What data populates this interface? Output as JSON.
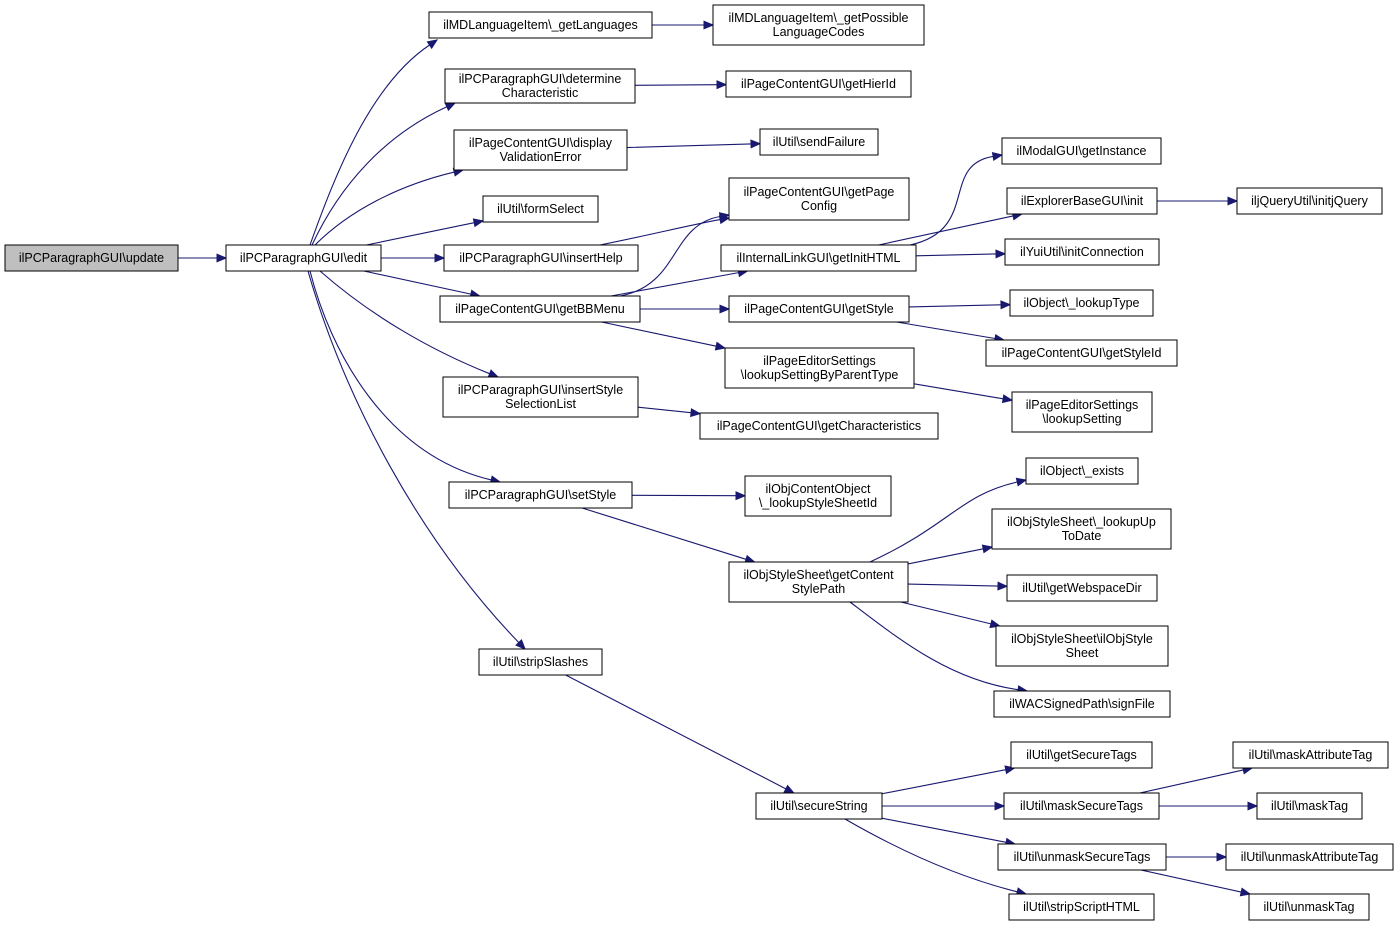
{
  "diagram": {
    "nodes": [
      {
        "id": "update",
        "lines": [
          "ilPCParagraphGUI\\update"
        ],
        "root": true
      },
      {
        "id": "edit",
        "lines": [
          "ilPCParagraphGUI\\edit"
        ]
      },
      {
        "id": "getLanguages",
        "lines": [
          "ilMDLanguageItem\\_getLanguages"
        ]
      },
      {
        "id": "getPossibleLanguageCodes",
        "lines": [
          "ilMDLanguageItem\\_getPossible",
          "LanguageCodes"
        ]
      },
      {
        "id": "determineCharacteristic",
        "lines": [
          "ilPCParagraphGUI\\determine",
          "Characteristic"
        ]
      },
      {
        "id": "getHierId",
        "lines": [
          "ilPageContentGUI\\getHierId"
        ]
      },
      {
        "id": "displayValidationError",
        "lines": [
          "ilPageContentGUI\\display",
          "ValidationError"
        ]
      },
      {
        "id": "sendFailure",
        "lines": [
          "ilUtil\\sendFailure"
        ]
      },
      {
        "id": "formSelect",
        "lines": [
          "ilUtil\\formSelect"
        ]
      },
      {
        "id": "getPageConfig",
        "lines": [
          "ilPageContentGUI\\getPage",
          "Config"
        ]
      },
      {
        "id": "insertHelp",
        "lines": [
          "ilPCParagraphGUI\\insertHelp"
        ]
      },
      {
        "id": "getInitHTML",
        "lines": [
          "ilInternalLinkGUI\\getInitHTML"
        ]
      },
      {
        "id": "getInstance",
        "lines": [
          "ilModalGUI\\getInstance"
        ]
      },
      {
        "id": "explorerInit",
        "lines": [
          "ilExplorerBaseGUI\\init"
        ]
      },
      {
        "id": "initjQuery",
        "lines": [
          "iljQueryUtil\\initjQuery"
        ]
      },
      {
        "id": "initConnection",
        "lines": [
          "ilYuiUtil\\initConnection"
        ]
      },
      {
        "id": "getBBMenu",
        "lines": [
          "ilPageContentGUI\\getBBMenu"
        ]
      },
      {
        "id": "getStyle",
        "lines": [
          "ilPageContentGUI\\getStyle"
        ]
      },
      {
        "id": "lookupType",
        "lines": [
          "ilObject\\_lookupType"
        ]
      },
      {
        "id": "getStyleId",
        "lines": [
          "ilPageContentGUI\\getStyleId"
        ]
      },
      {
        "id": "lookupSettingByParentType",
        "lines": [
          "ilPageEditorSettings",
          "\\lookupSettingByParentType"
        ]
      },
      {
        "id": "lookupSetting",
        "lines": [
          "ilPageEditorSettings",
          "\\lookupSetting"
        ]
      },
      {
        "id": "insertStyleSelectionList",
        "lines": [
          "ilPCParagraphGUI\\insertStyle",
          "SelectionList"
        ]
      },
      {
        "id": "getCharacteristics",
        "lines": [
          "ilPageContentGUI\\getCharacteristics"
        ]
      },
      {
        "id": "setStyle",
        "lines": [
          "ilPCParagraphGUI\\setStyle"
        ]
      },
      {
        "id": "lookupStyleSheetId",
        "lines": [
          "ilObjContentObject",
          "\\_lookupStyleSheetId"
        ]
      },
      {
        "id": "objectExists",
        "lines": [
          "ilObject\\_exists"
        ]
      },
      {
        "id": "lookupUpToDate",
        "lines": [
          "ilObjStyleSheet\\_lookupUp",
          "ToDate"
        ]
      },
      {
        "id": "getContentStylePath",
        "lines": [
          "ilObjStyleSheet\\getContent",
          "StylePath"
        ]
      },
      {
        "id": "getWebspaceDir",
        "lines": [
          "ilUtil\\getWebspaceDir"
        ]
      },
      {
        "id": "ilObjStyleSheet",
        "lines": [
          "ilObjStyleSheet\\ilObjStyle",
          "Sheet"
        ]
      },
      {
        "id": "signFile",
        "lines": [
          "ilWACSignedPath\\signFile"
        ]
      },
      {
        "id": "stripSlashes",
        "lines": [
          "ilUtil\\stripSlashes"
        ]
      },
      {
        "id": "secureString",
        "lines": [
          "ilUtil\\secureString"
        ]
      },
      {
        "id": "getSecureTags",
        "lines": [
          "ilUtil\\getSecureTags"
        ]
      },
      {
        "id": "maskSecureTags",
        "lines": [
          "ilUtil\\maskSecureTags"
        ]
      },
      {
        "id": "maskAttributeTag",
        "lines": [
          "ilUtil\\maskAttributeTag"
        ]
      },
      {
        "id": "maskTag",
        "lines": [
          "ilUtil\\maskTag"
        ]
      },
      {
        "id": "unmaskSecureTags",
        "lines": [
          "ilUtil\\unmaskSecureTags"
        ]
      },
      {
        "id": "unmaskAttributeTag",
        "lines": [
          "ilUtil\\unmaskAttributeTag"
        ]
      },
      {
        "id": "unmaskTag",
        "lines": [
          "ilUtil\\unmaskTag"
        ]
      },
      {
        "id": "stripScriptHTML",
        "lines": [
          "ilUtil\\stripScriptHTML"
        ]
      }
    ],
    "edges": [
      [
        "update",
        "edit"
      ],
      [
        "edit",
        "getLanguages"
      ],
      [
        "getLanguages",
        "getPossibleLanguageCodes"
      ],
      [
        "edit",
        "determineCharacteristic"
      ],
      [
        "determineCharacteristic",
        "getHierId"
      ],
      [
        "edit",
        "displayValidationError"
      ],
      [
        "displayValidationError",
        "sendFailure"
      ],
      [
        "edit",
        "formSelect"
      ],
      [
        "edit",
        "insertHelp"
      ],
      [
        "insertHelp",
        "getPageConfig"
      ],
      [
        "edit",
        "getBBMenu"
      ],
      [
        "getBBMenu",
        "getPageConfig"
      ],
      [
        "getBBMenu",
        "getInitHTML"
      ],
      [
        "getInitHTML",
        "getInstance"
      ],
      [
        "getInitHTML",
        "explorerInit"
      ],
      [
        "explorerInit",
        "initjQuery"
      ],
      [
        "getInitHTML",
        "initConnection"
      ],
      [
        "getBBMenu",
        "getStyle"
      ],
      [
        "getStyle",
        "lookupType"
      ],
      [
        "getStyle",
        "getStyleId"
      ],
      [
        "getBBMenu",
        "lookupSettingByParentType"
      ],
      [
        "lookupSettingByParentType",
        "lookupSetting"
      ],
      [
        "edit",
        "insertStyleSelectionList"
      ],
      [
        "insertStyleSelectionList",
        "getCharacteristics"
      ],
      [
        "edit",
        "setStyle"
      ],
      [
        "setStyle",
        "lookupStyleSheetId"
      ],
      [
        "setStyle",
        "getContentStylePath"
      ],
      [
        "getContentStylePath",
        "objectExists"
      ],
      [
        "getContentStylePath",
        "lookupUpToDate"
      ],
      [
        "getContentStylePath",
        "getWebspaceDir"
      ],
      [
        "getContentStylePath",
        "ilObjStyleSheet"
      ],
      [
        "getContentStylePath",
        "signFile"
      ],
      [
        "edit",
        "stripSlashes"
      ],
      [
        "stripSlashes",
        "secureString"
      ],
      [
        "secureString",
        "getSecureTags"
      ],
      [
        "secureString",
        "maskSecureTags"
      ],
      [
        "maskSecureTags",
        "maskAttributeTag"
      ],
      [
        "maskSecureTags",
        "maskTag"
      ],
      [
        "secureString",
        "unmaskSecureTags"
      ],
      [
        "unmaskSecureTags",
        "unmaskAttributeTag"
      ],
      [
        "unmaskSecureTags",
        "unmaskTag"
      ],
      [
        "secureString",
        "stripScriptHTML"
      ]
    ],
    "colors": {
      "edge": "#191970",
      "root_fill": "#bfbfbf",
      "node_fill": "#ffffff",
      "border": "#000000"
    }
  }
}
